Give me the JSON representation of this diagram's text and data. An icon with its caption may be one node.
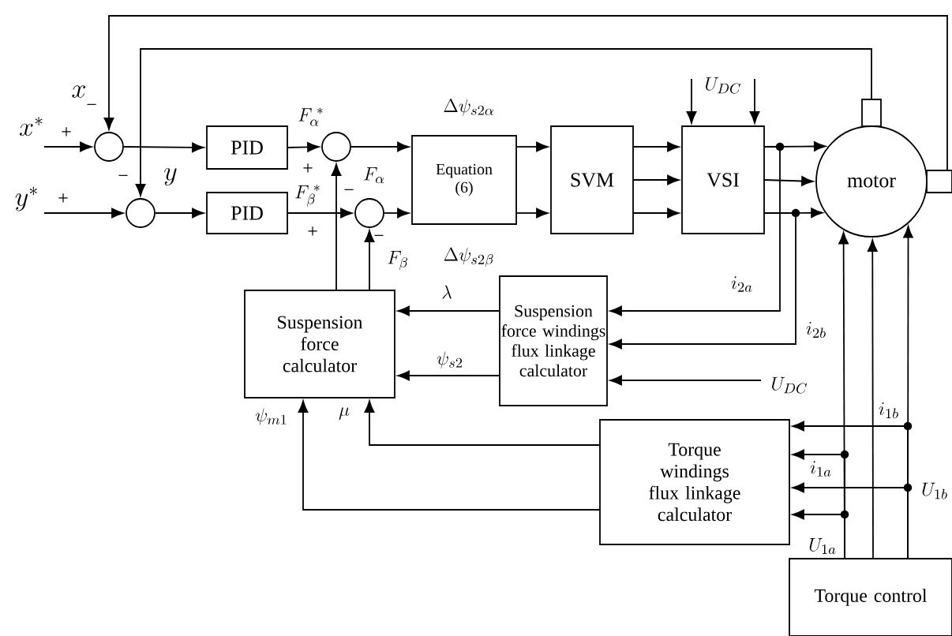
{
  "diagram": {
    "nodes": [
      {
        "text": [],
        "shape": "circle"
      },
      {
        "text": [],
        "shape": "circle"
      },
      {
        "text": [
          "PID"
        ]
      },
      {
        "text": [
          "PID"
        ]
      },
      {
        "text": [],
        "shape": "circle"
      },
      {
        "text": [],
        "shape": "circle"
      },
      {
        "text": [
          "Equation (6)"
        ]
      },
      {
        "text": [
          "SVM"
        ]
      },
      {
        "text": [
          "VSI"
        ]
      },
      {
        "text": [
          "motor"
        ]
      },
      {
        "text": [
          "Suspension force calculator"
        ]
      },
      {
        "text": [
          "Suspension force windings flux linkage calculator"
        ]
      },
      {
        "text": [
          "Torque windings flux linkage calculator"
        ]
      },
      {
        "text": [
          "Torque control"
        ]
      }
    ],
    "edges": [
      {
        "from": null,
        "to": 0,
        "arrow": "to",
        "label": "x^{*}"
      },
      {
        "from": 9,
        "to": 0,
        "arrow": "to",
        "label": "x"
      },
      {
        "from": 9,
        "to": 1,
        "arrow": "to",
        "label": "y"
      },
      {
        "from": null,
        "to": 1,
        "arrow": "to",
        "label": "y^{*}"
      },
      {
        "from": 0,
        "to": 2,
        "arrow": "to"
      },
      {
        "from": 1,
        "to": 3,
        "arrow": "to"
      },
      {
        "from": 2,
        "to": 4,
        "arrow": "to",
        "label": "F_{\\alpha}^{\\;*}"
      },
      {
        "from": 3,
        "to": 5,
        "arrow": "to",
        "label": "F_{\\beta}^{\\;*}"
      },
      {
        "from": 4,
        "to": 6,
        "arrow": "to"
      },
      {
        "from": 5,
        "to": 6,
        "arrow": "to"
      },
      {
        "from": 6,
        "to": 7,
        "arrow": "to",
        "label": "\\Delta\\psi_{s2\\alpha}"
      },
      {
        "from": 6,
        "to": 7,
        "arrow": "to",
        "label": "\\Delta\\psi_{s2\\beta}"
      },
      {
        "from": 7,
        "to": 8,
        "arrow": "to"
      },
      {
        "from": 7,
        "to": 8,
        "arrow": "to"
      },
      {
        "from": 7,
        "to": 8,
        "arrow": "to"
      },
      {
        "from": 8,
        "to": 9,
        "arrow": "to"
      },
      {
        "from": 8,
        "to": 9,
        "arrow": "to"
      },
      {
        "from": 8,
        "to": 9,
        "arrow": "to"
      },
      {
        "from": null,
        "to": 8,
        "arrow": "to",
        "label": "U_{DC}"
      },
      {
        "from": null,
        "to": 8,
        "arrow": "to"
      },
      {
        "from": 8,
        "to": 11,
        "arrow": "to",
        "label": "i_{2a}"
      },
      {
        "from": 8,
        "to": 11,
        "arrow": "to",
        "label": "i_{2b}"
      },
      {
        "from": null,
        "to": 11,
        "arrow": "to",
        "label": "U_{DC}"
      },
      {
        "from": 11,
        "to": 10,
        "arrow": "to",
        "label": "\\lambda"
      },
      {
        "from": 11,
        "to": 10,
        "arrow": "to",
        "label": "\\psi_{s2}"
      },
      {
        "from": 12,
        "to": 10,
        "arrow": "to",
        "label": "\\mu"
      },
      {
        "from": 12,
        "to": 10,
        "arrow": "to",
        "label": "\\psi_{m1}"
      },
      {
        "from": 10,
        "to": 4,
        "arrow": "to",
        "label": "F_{\\alpha}"
      },
      {
        "from": 10,
        "to": 5,
        "arrow": "to",
        "label": "F_{\\beta}"
      },
      {
        "from": 13,
        "to": 12,
        "arrow": "to",
        "label": "i_{1b}"
      },
      {
        "from": 13,
        "to": 12,
        "arrow": "to",
        "label": "i_{1a}"
      },
      {
        "from": 13,
        "to": 12,
        "arrow": "to",
        "label": "U_{1b}"
      },
      {
        "from": 13,
        "to": 12,
        "arrow": "to",
        "label": "U_{1a}"
      },
      {
        "from": 13,
        "to": 9,
        "arrow": "to"
      },
      {
        "from": 13,
        "to": 9,
        "arrow": "to"
      },
      {
        "from": 13,
        "to": 9,
        "arrow": "to"
      }
    ],
    "labels": [
      "−",
      "+",
      "+",
      "−",
      "−",
      "+",
      "+",
      "−"
    ]
  }
}
